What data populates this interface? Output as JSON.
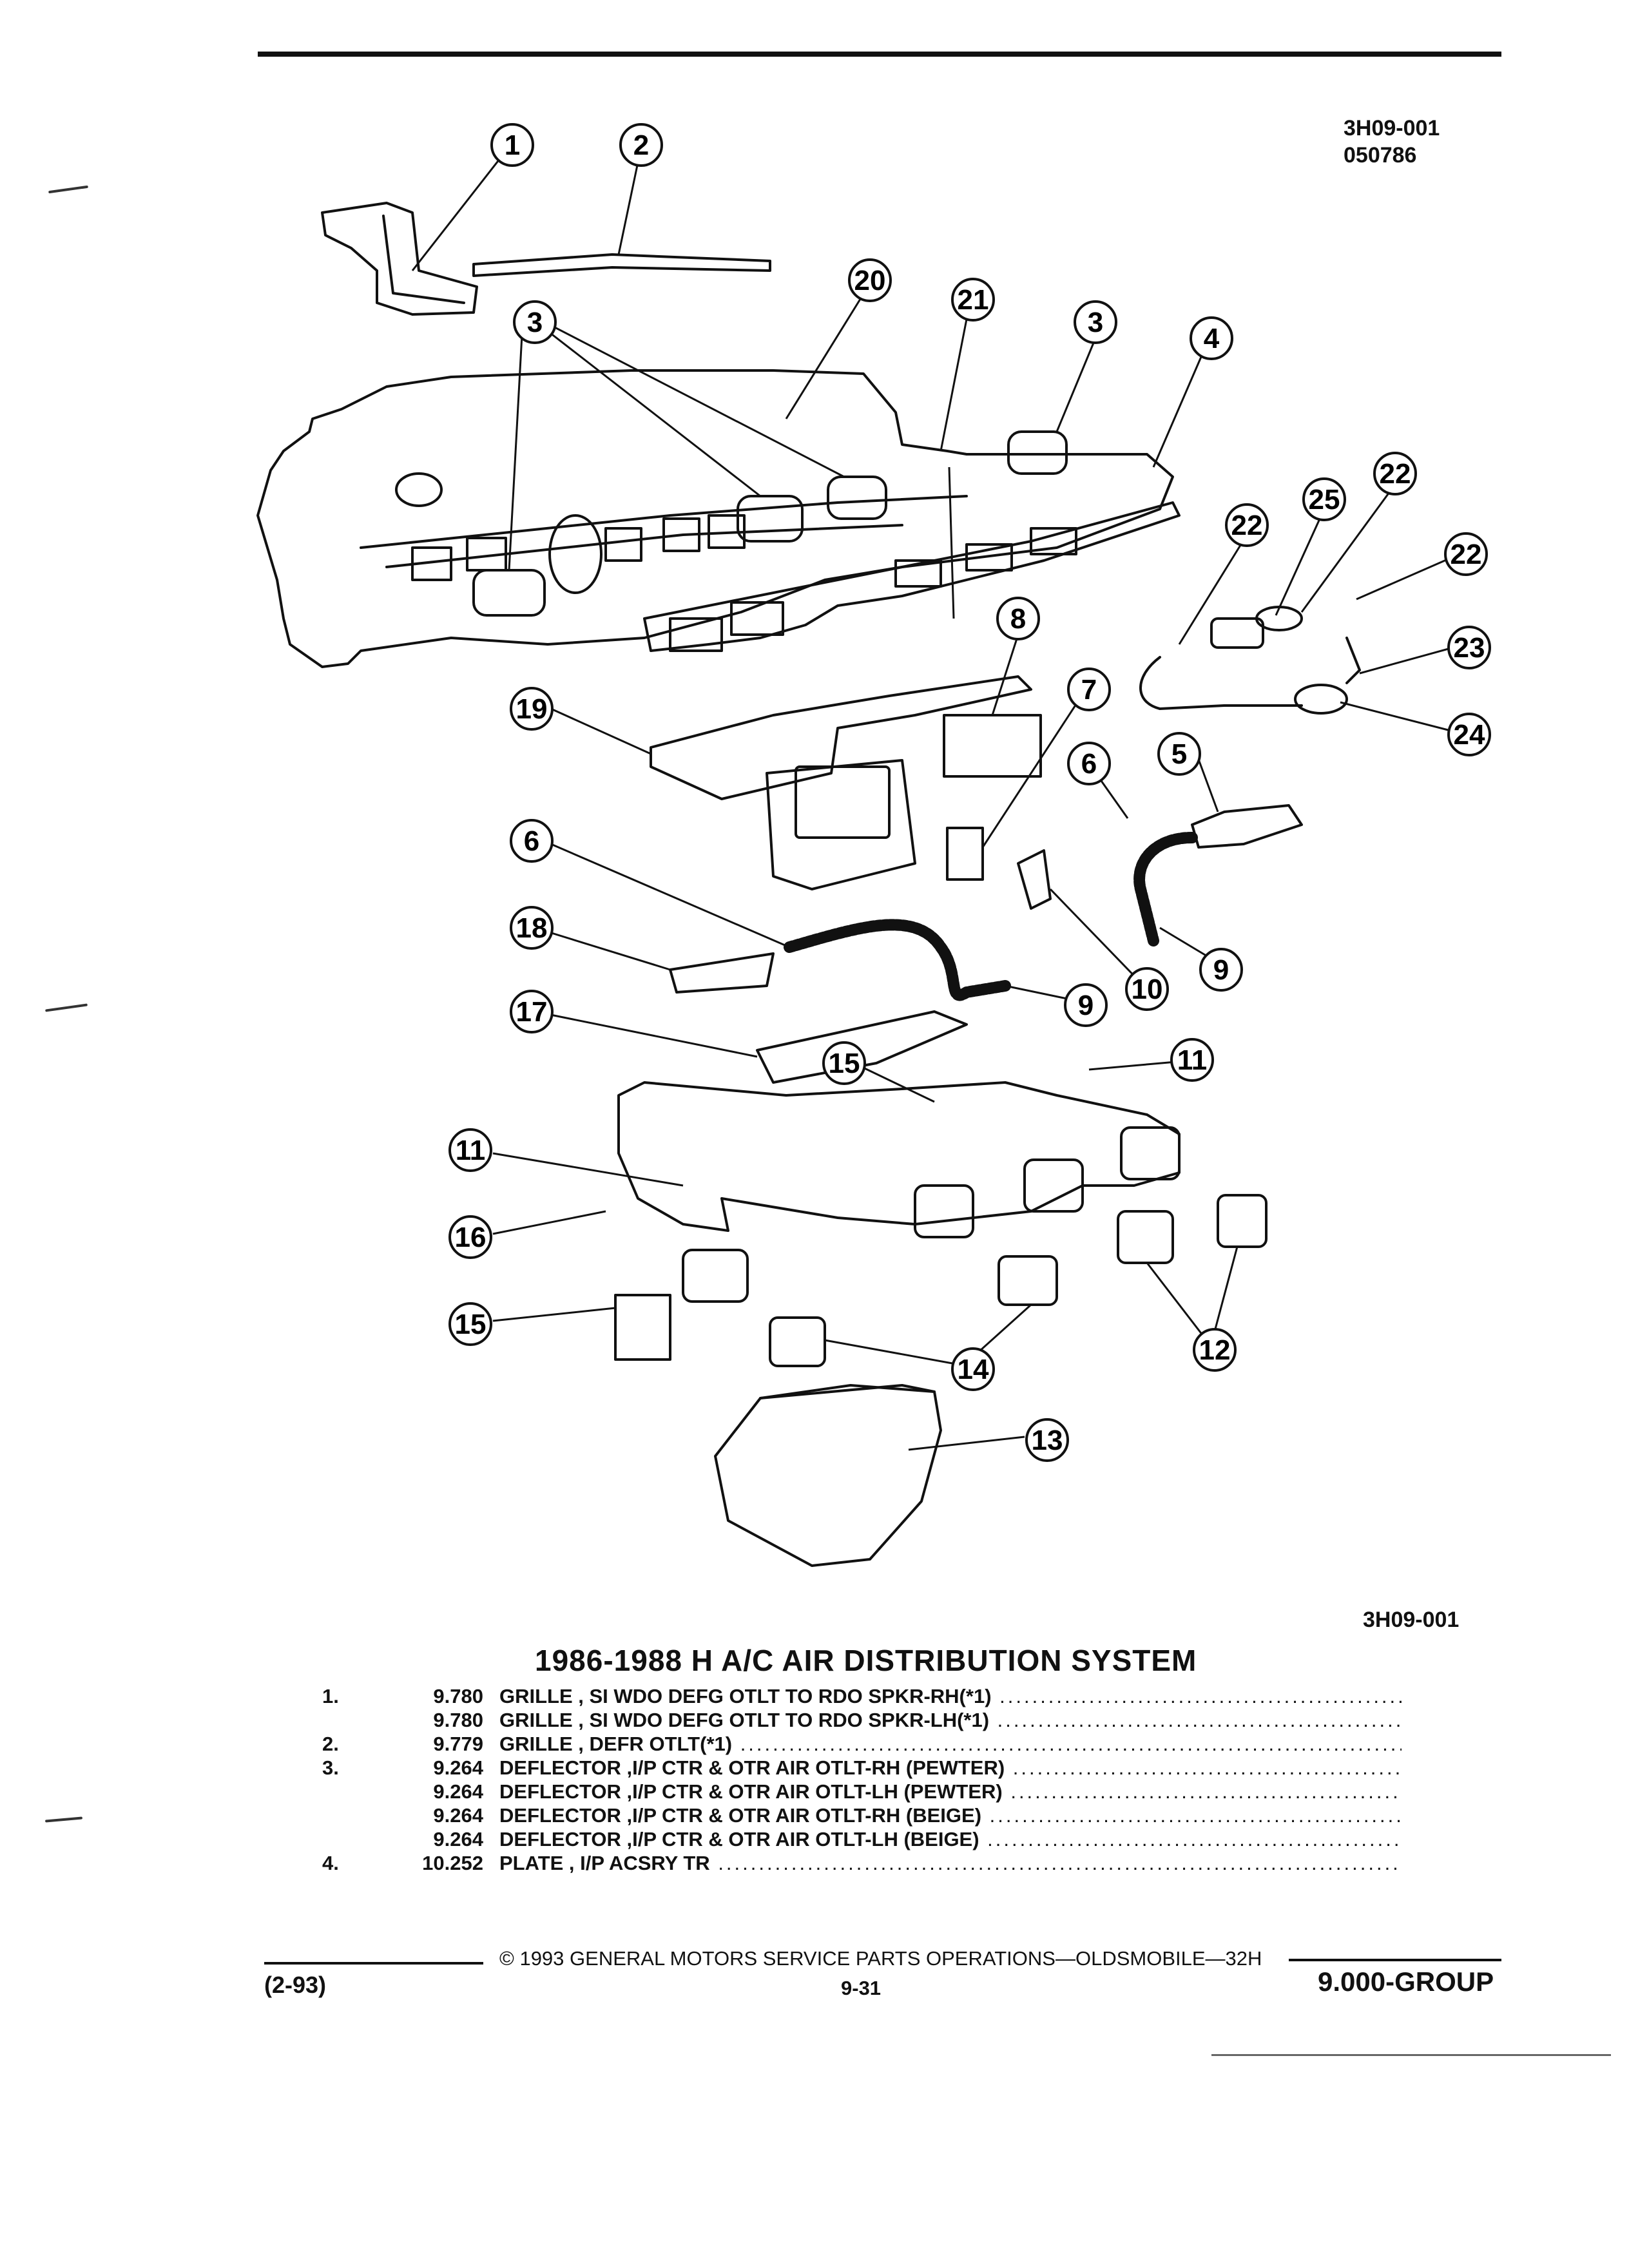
{
  "header": {
    "ref_code": "3H09-001",
    "date_code": "050786"
  },
  "diagram": {
    "ref_code_bottom": "3H09-001",
    "callouts": [
      "1",
      "2",
      "3",
      "4",
      "5",
      "6",
      "7",
      "8",
      "9",
      "10",
      "11",
      "12",
      "13",
      "14",
      "15",
      "16",
      "17",
      "18",
      "19",
      "20",
      "21",
      "22",
      "23",
      "24",
      "25"
    ]
  },
  "title": "1986-1988 H A/C AIR DISTRIBUTION SYSTEM",
  "parts": [
    {
      "item": "1.",
      "code": "9.780",
      "name": "GRILLE , SI WDO DEFG OTLT TO RDO SPKR-RH(*1)"
    },
    {
      "item": "",
      "code": "9.780",
      "name": "GRILLE , SI WDO DEFG OTLT TO RDO SPKR-LH(*1)"
    },
    {
      "item": "2.",
      "code": "9.779",
      "name": "GRILLE , DEFR OTLT(*1)"
    },
    {
      "item": "3.",
      "code": "9.264",
      "name": "DEFLECTOR ,I/P CTR & OTR AIR OTLT-RH (PEWTER)"
    },
    {
      "item": "",
      "code": "9.264",
      "name": "DEFLECTOR ,I/P CTR & OTR AIR OTLT-LH (PEWTER)"
    },
    {
      "item": "",
      "code": "9.264",
      "name": "DEFLECTOR ,I/P CTR & OTR AIR OTLT-RH (BEIGE)"
    },
    {
      "item": "",
      "code": "9.264",
      "name": "DEFLECTOR ,I/P CTR & OTR AIR OTLT-LH (BEIGE)"
    },
    {
      "item": "4.",
      "code": "10.252",
      "name": "PLATE , I/P ACSRY TR"
    }
  ],
  "footer": {
    "copyright": "© 1993 GENERAL MOTORS SERVICE PARTS OPERATIONS—OLDSMOBILE—32H",
    "page_code": "(2-93)",
    "page_number": "9-31",
    "group": "9.000-GROUP"
  }
}
